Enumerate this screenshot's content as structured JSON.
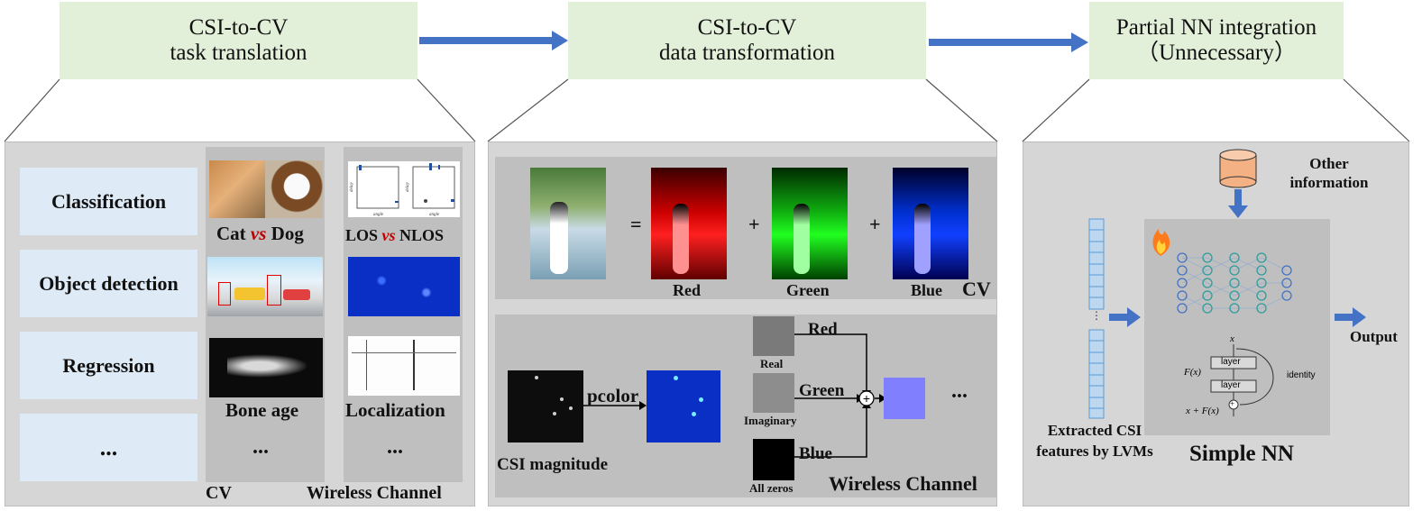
{
  "stages": [
    {
      "line1": "CSI-to-CV",
      "line2": "task translation"
    },
    {
      "line1": "CSI-to-CV",
      "line2": "data transformation"
    },
    {
      "line1": "Partial NN integration",
      "line2": "（Unnecessary）"
    }
  ],
  "panel1": {
    "tasks": [
      "Classification",
      "Object detection",
      "Regression",
      "..."
    ],
    "cv_examples": {
      "cat": "Cat",
      "vs": "vs",
      "dog": "Dog",
      "bone_age": "Bone age",
      "ellipsis": "..."
    },
    "wireless_examples": {
      "los": "LOS",
      "vs": "vs",
      "nlos": "NLOS",
      "localization": "Localization",
      "ellipsis": "..."
    },
    "plot_axis": {
      "ylabel": "delay",
      "xlabel": "angle"
    },
    "cv_label": "CV",
    "wireless_label": "Wireless Channel"
  },
  "panel2": {
    "top": {
      "equals": "=",
      "plus": "+",
      "red": "Red",
      "green": "Green",
      "blue": "Blue",
      "cv_label": "CV"
    },
    "bottom": {
      "csi_magnitude": "CSI magnitude",
      "pcolor": "pcolor",
      "real": "Real",
      "imaginary": "Imaginary",
      "all_zeros": "All zeros",
      "red": "Red",
      "green": "Green",
      "blue": "Blue",
      "ellipsis": "...",
      "plus_symbol": "+",
      "wireless_label": "Wireless Channel"
    }
  },
  "panel3": {
    "other_information": "Other\ninformation",
    "extracted": "Extracted CSI\nfeatures by LVMs",
    "output": "Output",
    "simple_nn": "Simple NN",
    "resblock": {
      "x": "x",
      "layer": "layer",
      "fx": "F(x)",
      "identity": "identity",
      "sum": "x + F(x)",
      "plus": "+"
    },
    "fire_icon": "fire"
  },
  "colors": {
    "header_bg": "#e2efd9",
    "panel_bg": "#d6d6d6",
    "task_bg": "#deebf6",
    "accent_red": "#c00000",
    "arrow_blue": "#4472c4"
  }
}
